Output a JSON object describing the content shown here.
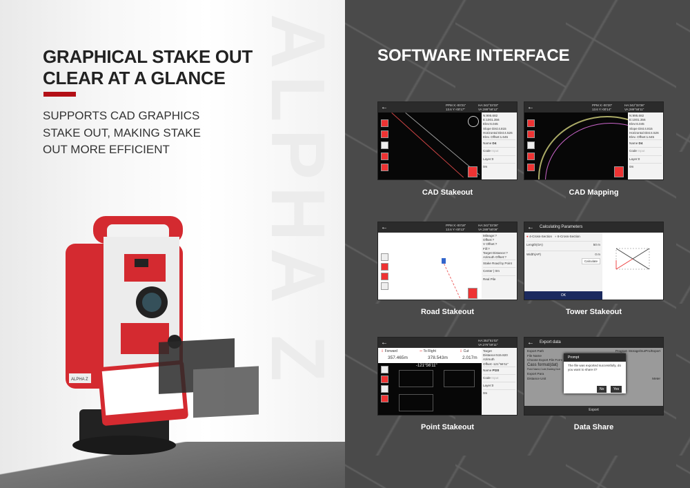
{
  "left": {
    "title_line1": "GRAPHICAL STAKE OUT",
    "title_line2": "CLEAR AT A GLANCE",
    "subtitle_lines": [
      "SUPPORTS CAD GRAPHICS",
      "STAKE OUT, MAKING STAKE",
      "OUT MORE EFFICIENT"
    ],
    "watermark": "ALPHA Z",
    "device_label": "ALPHA Z",
    "accent": "#b30f16"
  },
  "right": {
    "title": "SOFTWARE INTERFACE",
    "tiles": [
      {
        "caption": "CAD Stakeout",
        "ppm": "PPM  X:-00'21\"",
        "ppm2": "13.6  Y:-00'17\"",
        "ha": "HA:342°33'33\"",
        "va": "VA:289°58'12\"",
        "info": [
          "N:995.682",
          "E:1001.356",
          "Elev:6.045",
          "Slope Dist:4.815",
          "Horizontal Dist:4.526",
          "Elev. Offset:1.645"
        ],
        "name_label": "Name",
        "name_value": "D4",
        "code_label": "Code",
        "code_placeholder": "Input",
        "layer": "Layer:0",
        "offset": "0m"
      },
      {
        "caption": "CAD Mapping",
        "ppm": "PPM  X:-00'20\"",
        "ppm2": "13.6  Y:-00'14\"",
        "ha": "HA:342°33'36\"",
        "va": "VA:289°58'11\"",
        "info": [
          "N:995.682",
          "E:1001.356",
          "Elev:6.045",
          "Slope Dist:4.815",
          "Horizontal Dist:4.526",
          "Elev. Offset:1.645"
        ],
        "name_label": "Name",
        "name_value": "D4",
        "code_label": "Code",
        "code_placeholder": "Input",
        "layer": "Layer:0",
        "offset": "0m"
      },
      {
        "caption": "Road Stakeout",
        "ppm": "PPM  X:-00'18\"",
        "ppm2": "13.6  Y:-00'13\"",
        "ha": "HA:342°33'36\"",
        "va": "VA:289°58'09\"",
        "info": [
          "Mileage:?",
          "Offset:?",
          "V Offset:?",
          "Fill:?",
          "Target Distance:?",
          "Azimuth Offset:?"
        ],
        "mode": "Stake Road by Point",
        "center": "Center",
        "offset": "0m",
        "pile": "Real Pile"
      },
      {
        "caption": "Tower Stakeout",
        "title": "Calculating Parameters",
        "radio1": "4-Cross-Section",
        "radio2": "8-Cross-Section",
        "length_label": "Length(OA)",
        "length_value": "50 m",
        "width_label": "Width(AP)",
        "width_value": "0 m",
        "calculate": "Calculate",
        "ok": "OK"
      },
      {
        "caption": "Point Stakeout",
        "ha": "HA:353°51'02\"",
        "va": "VA:276°59'11\"",
        "forward_label": "Forward",
        "forward_value": "357.465m",
        "right_label": "To Right",
        "right_value": "378.543m",
        "cut_label": "Cut",
        "cut_value": "2.017m",
        "angle": "-121°56'11\"",
        "target": "Target Distance:515.820",
        "azimuth": "Azimuth Offset:-121°56'11\"",
        "name_label": "Name",
        "name_value": "Pt20",
        "code_label": "Code",
        "code_placeholder": "Input",
        "layer": "Layer:0",
        "offset": "0m"
      },
      {
        "caption": "Data Share",
        "title": "Export data",
        "export_path_label": "Export Path",
        "export_path_value": "Program Storage/SurPro/Export",
        "file_name_label": "File Name",
        "choose_format": "Choose Export File Form",
        "format": "Cass format(dat)",
        "format_fields": "Point Name,Code,Easting,Nort",
        "export_para": "Export Para",
        "distance_unit_label": "Distance Unit",
        "distance_unit_value": "Meter",
        "export_button": "Export",
        "prompt_title": "Prompt",
        "prompt_text": "The file was exported successfully, do you want to share it?",
        "no": "No",
        "yes": "Yes"
      }
    ]
  }
}
